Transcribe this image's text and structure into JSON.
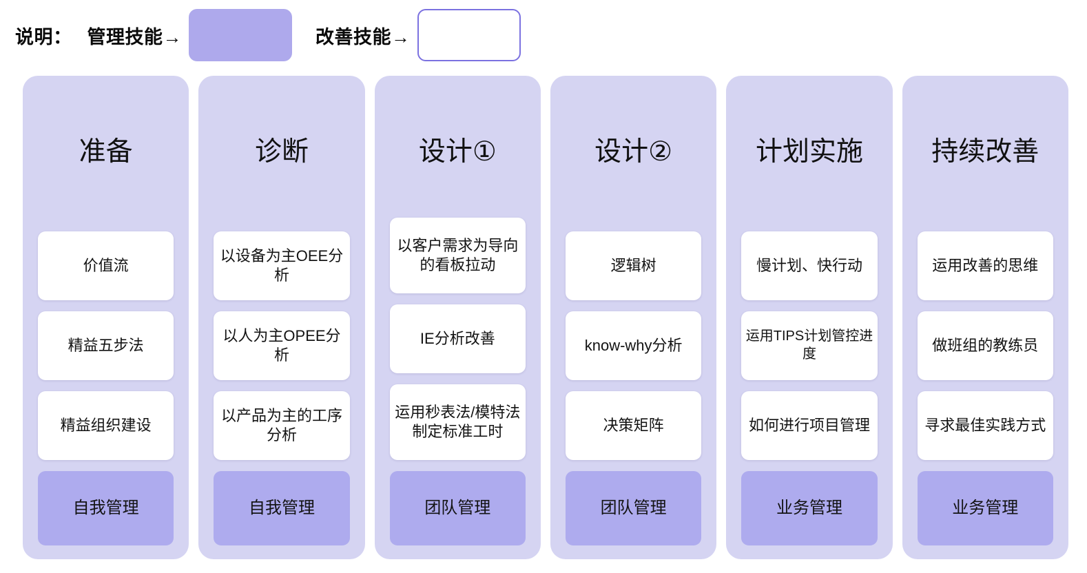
{
  "legend": {
    "prefix": "说明：",
    "management_skill_label": "管理技能→",
    "improvement_skill_label": "改善技能→",
    "management_color": "#aea9ec",
    "improvement_color": "#ffffff",
    "improvement_border_color": "#7b71e0"
  },
  "colors": {
    "column_background": "#d5d4f2",
    "skill_card": "#ffffff",
    "management_card": "#aeabee",
    "text": "#111111"
  },
  "columns": [
    {
      "title": "准备",
      "skills": [
        "价值流",
        "精益五步法",
        "精益组织建设"
      ],
      "management": "自我管理"
    },
    {
      "title": "诊断",
      "skills": [
        "以设备为主OEE分析",
        "以人为主OPEE分析",
        "以产品为主的工序分析"
      ],
      "management": "自我管理"
    },
    {
      "title": "设计①",
      "skills": [
        "以客户需求为导向的看板拉动",
        "IE分析改善",
        "运用秒表法/模特法制定标准工时"
      ],
      "management": "团队管理"
    },
    {
      "title": "设计②",
      "skills": [
        "逻辑树",
        "know-why分析",
        "决策矩阵"
      ],
      "management": "团队管理"
    },
    {
      "title": "计划实施",
      "skills": [
        "慢计划、快行动",
        "运用TIPS计划管控进度",
        "如何进行项目管理"
      ],
      "management": "业务管理"
    },
    {
      "title": "持续改善",
      "skills": [
        "运用改善的思维",
        "做班组的教练员",
        "寻求最佳实践方式"
      ],
      "management": "业务管理"
    }
  ]
}
